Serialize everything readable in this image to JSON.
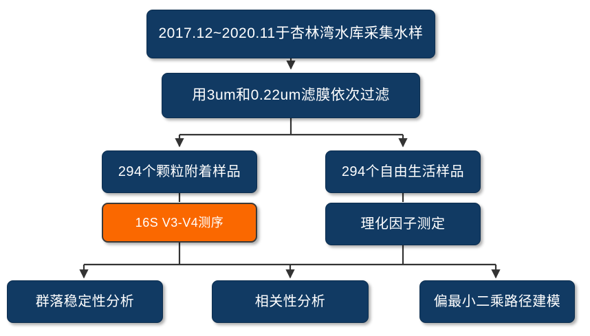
{
  "diagram": {
    "type": "flowchart",
    "title": "",
    "background_color": "#ffffff",
    "colors": {
      "node_blue": "#113A63",
      "node_orange": "#FA6800",
      "connector": "#333333",
      "text": "#ffffff"
    },
    "nodes": [
      {
        "id": "sampling",
        "label": "2017.12~2020.11于杏林湾水库采集水样",
        "style": "blue",
        "row": 1
      },
      {
        "id": "filter",
        "label": "用3um和0.22um滤膜依次过滤",
        "style": "blue",
        "row": 2
      },
      {
        "id": "pa_samples",
        "label": "294个颗粒附着样品",
        "style": "blue",
        "row": 3
      },
      {
        "id": "fl_samples",
        "label": "294个自由生活样品",
        "style": "blue",
        "row": 3
      },
      {
        "id": "sequencing",
        "label": "16S V3-V4测序",
        "style": "orange",
        "row": 4
      },
      {
        "id": "physchem",
        "label": "理化因子测定",
        "style": "blue",
        "row": 4
      },
      {
        "id": "stability",
        "label": "群落稳定性分析",
        "style": "blue",
        "row": 5
      },
      {
        "id": "correlation",
        "label": "相关性分析",
        "style": "blue",
        "row": 5
      },
      {
        "id": "plspm",
        "label": "偏最小二乘路径建模",
        "style": "blue",
        "row": 5
      }
    ],
    "edges": [
      {
        "from": "sampling",
        "to": "filter"
      },
      {
        "from": "filter",
        "to": "pa_samples"
      },
      {
        "from": "filter",
        "to": "fl_samples"
      },
      {
        "from": "pa_samples",
        "to": "sequencing"
      },
      {
        "from": "fl_samples",
        "to": "physchem"
      },
      {
        "from": "sequencing",
        "to": "stability"
      },
      {
        "from": "sequencing",
        "to": "correlation"
      },
      {
        "from": "sequencing",
        "to": "plspm"
      },
      {
        "from": "physchem",
        "to": "stability"
      },
      {
        "from": "physchem",
        "to": "correlation"
      },
      {
        "from": "physchem",
        "to": "plspm"
      }
    ]
  }
}
